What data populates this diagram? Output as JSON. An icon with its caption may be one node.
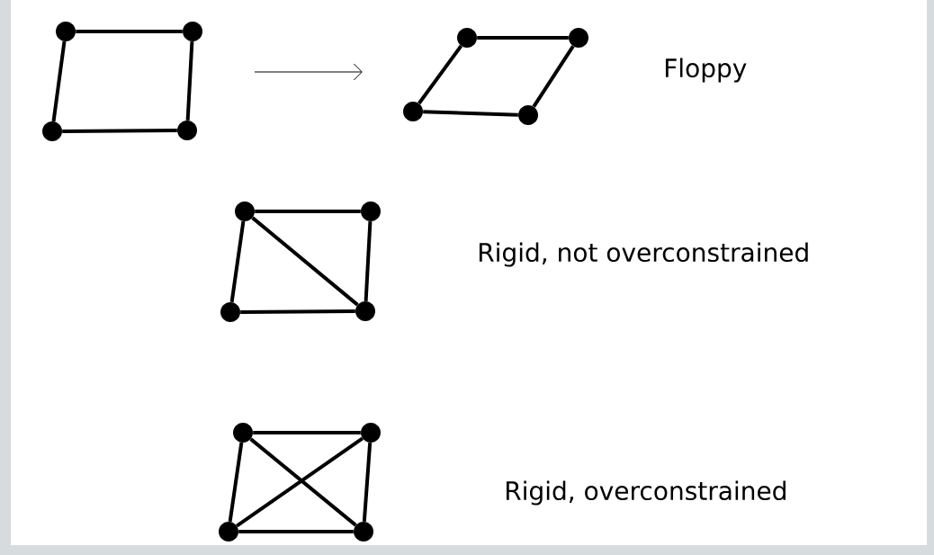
{
  "diagram": {
    "nodes": [
      {
        "text": [],
        "shape": "circle"
      },
      {
        "text": [],
        "shape": "circle"
      },
      {
        "text": [],
        "shape": "circle"
      },
      {
        "text": [],
        "shape": "circle"
      },
      {
        "text": [],
        "shape": "circle"
      },
      {
        "text": [],
        "shape": "circle"
      },
      {
        "text": [],
        "shape": "circle"
      },
      {
        "text": [],
        "shape": "circle"
      },
      {
        "text": [],
        "shape": "circle"
      },
      {
        "text": [],
        "shape": "circle"
      },
      {
        "text": [],
        "shape": "circle"
      },
      {
        "text": [],
        "shape": "circle"
      },
      {
        "text": [],
        "shape": "circle"
      },
      {
        "text": [],
        "shape": "circle"
      },
      {
        "text": [],
        "shape": "circle"
      },
      {
        "text": [],
        "shape": "circle"
      }
    ],
    "edges": [
      {
        "from": 0,
        "to": 1,
        "arrow": "none"
      },
      {
        "from": 1,
        "to": 3,
        "arrow": "none"
      },
      {
        "from": 3,
        "to": 2,
        "arrow": "none"
      },
      {
        "from": 2,
        "to": 0,
        "arrow": "none"
      },
      {
        "from": 4,
        "to": 5,
        "arrow": "none"
      },
      {
        "from": 5,
        "to": 7,
        "arrow": "none"
      },
      {
        "from": 7,
        "to": 6,
        "arrow": "none"
      },
      {
        "from": 6,
        "to": 4,
        "arrow": "none"
      },
      {
        "from": 8,
        "to": 9,
        "arrow": "none"
      },
      {
        "from": 9,
        "to": 11,
        "arrow": "none"
      },
      {
        "from": 11,
        "to": 10,
        "arrow": "none"
      },
      {
        "from": 10,
        "to": 8,
        "arrow": "none"
      },
      {
        "from": 8,
        "to": 11,
        "arrow": "none"
      },
      {
        "from": 12,
        "to": 13,
        "arrow": "none"
      },
      {
        "from": 13,
        "to": 15,
        "arrow": "none"
      },
      {
        "from": 15,
        "to": 14,
        "arrow": "none"
      },
      {
        "from": 14,
        "to": 12,
        "arrow": "none"
      },
      {
        "from": 12,
        "to": 15,
        "arrow": "none"
      },
      {
        "from": 13,
        "to": 14,
        "arrow": "none"
      }
    ],
    "labels": [
      "Floppy",
      "Rigid, not overconstrained",
      "Rigid, overconstrained"
    ]
  }
}
